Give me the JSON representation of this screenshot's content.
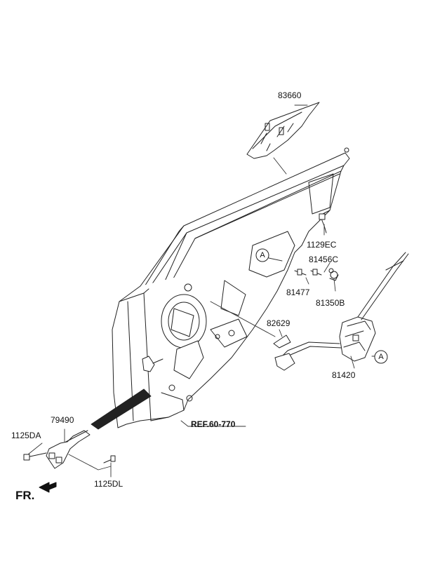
{
  "parts": {
    "p83660": "83660",
    "p1129EC": "1129EC",
    "p81456C": "81456C",
    "p81477": "81477",
    "p81350B": "81350B",
    "p82629": "82629",
    "p81420": "81420",
    "p79490": "79490",
    "p1125DA": "1125DA",
    "p1125DL": "1125DL"
  },
  "reference": "REF.60-770",
  "markers": {
    "a1": "A",
    "a2": "A"
  },
  "direction": "FR."
}
